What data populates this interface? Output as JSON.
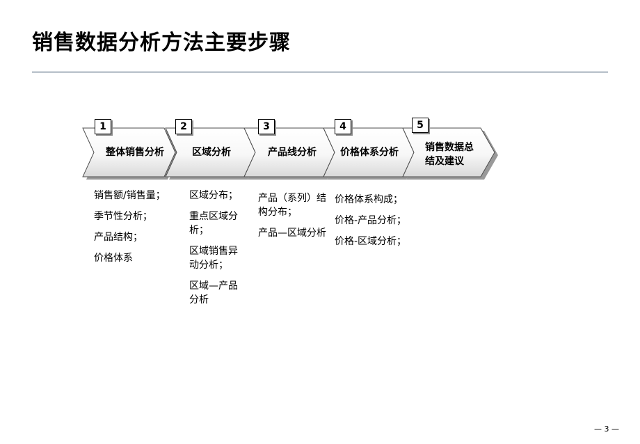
{
  "title": "销售数据分析方法主要步骤",
  "steps": [
    {
      "number": "1",
      "label": "整体销售分析"
    },
    {
      "number": "2",
      "label": "区域分析"
    },
    {
      "number": "3",
      "label": "产品线分析"
    },
    {
      "number": "4",
      "label": "价格体系分析"
    },
    {
      "number": "5",
      "label": "销售数据总结及建议"
    }
  ],
  "details": [
    [
      "销售额/销售量；",
      "季节性分析；",
      "产品结构；",
      "价格体系"
    ],
    [
      "区域分布；",
      "重点区域分析；",
      "区域销售异动分析；",
      "区域—产品分析"
    ],
    [
      "产品（系列）结构分布；",
      "产品—区域分析"
    ],
    [
      "价格体系构成；",
      "价格-产品分析；",
      "价格-区域分析；"
    ]
  ],
  "page_number": "— 3 —"
}
